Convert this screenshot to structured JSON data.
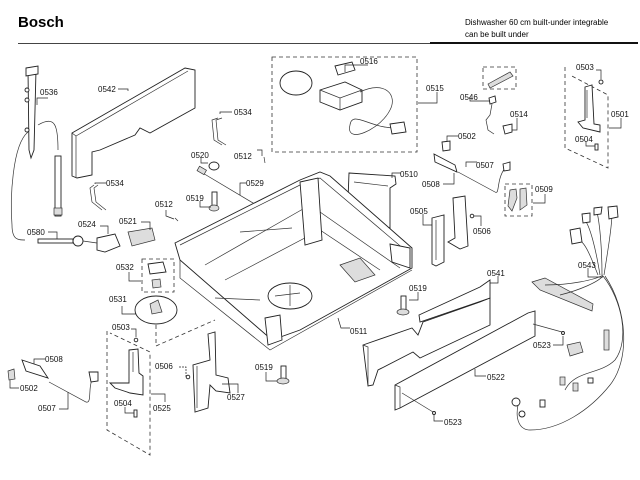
{
  "header": {
    "brand": "Bosch",
    "description_line1": "Dishwasher 60 cm built-under integrable",
    "description_line2": "can be built under"
  },
  "parts": [
    {
      "id": "p0536",
      "label": "0536",
      "name": "door-hinge-spring-rod"
    },
    {
      "id": "p0542",
      "label": "0542",
      "name": "side-panel-trim"
    },
    {
      "id": "p0534a",
      "label": "0534",
      "name": "cable-clip"
    },
    {
      "id": "p0534b",
      "label": "0534",
      "name": "cable-clip"
    },
    {
      "id": "p0516",
      "label": "0516",
      "name": "terminal-box"
    },
    {
      "id": "p0515",
      "label": "0515",
      "name": "power-cord-assembly"
    },
    {
      "id": "p0546",
      "label": "0546",
      "name": "wire-harness-connector"
    },
    {
      "id": "p0514",
      "label": "0514",
      "name": "plug-connector"
    },
    {
      "id": "p0503a",
      "label": "0503",
      "name": "screw"
    },
    {
      "id": "p0501",
      "label": "0501",
      "name": "hinge-assembly"
    },
    {
      "id": "p0504a",
      "label": "0504",
      "name": "hinge-pin"
    },
    {
      "id": "p0520",
      "label": "0520",
      "name": "nut"
    },
    {
      "id": "p0512a",
      "label": "0512",
      "name": "screw"
    },
    {
      "id": "p0529",
      "label": "0529",
      "name": "threaded-rod"
    },
    {
      "id": "p0519a",
      "label": "0519",
      "name": "leveling-foot"
    },
    {
      "id": "p0510",
      "label": "0510",
      "name": "bracket"
    },
    {
      "id": "p0502a",
      "label": "0502",
      "name": "cable-guide"
    },
    {
      "id": "p0507a",
      "label": "0507",
      "name": "door-cable"
    },
    {
      "id": "p0508a",
      "label": "0508",
      "name": "pulley-guide"
    },
    {
      "id": "p0509",
      "label": "0509",
      "name": "cable-pulley-set"
    },
    {
      "id": "p0505",
      "label": "0505",
      "name": "hinge-bracket"
    },
    {
      "id": "p0506a",
      "label": "0506",
      "name": "screw"
    },
    {
      "id": "p0512b",
      "label": "0512",
      "name": "screw"
    },
    {
      "id": "p0521",
      "label": "0521",
      "name": "spring"
    },
    {
      "id": "p0524",
      "label": "0524",
      "name": "spring-holder"
    },
    {
      "id": "p0580",
      "label": "0580",
      "name": "rod"
    },
    {
      "id": "p0532",
      "label": "0532",
      "name": "connector-set"
    },
    {
      "id": "p0531",
      "label": "0531",
      "name": "base-plate"
    },
    {
      "id": "p0511",
      "label": "0511",
      "name": "base-frame"
    },
    {
      "id": "p0519b",
      "label": "0519",
      "name": "leveling-foot"
    },
    {
      "id": "p0541",
      "label": "0541",
      "name": "kick-plate"
    },
    {
      "id": "p0543",
      "label": "0543",
      "name": "wiring-harness"
    },
    {
      "id": "p0523a",
      "label": "0523",
      "name": "screw"
    },
    {
      "id": "p0522",
      "label": "0522",
      "name": "kick-plate-strip"
    },
    {
      "id": "p0523b",
      "label": "0523",
      "name": "screw"
    },
    {
      "id": "p0503b",
      "label": "0503",
      "name": "screw"
    },
    {
      "id": "p0506b",
      "label": "0506",
      "name": "screw"
    },
    {
      "id": "p0525",
      "label": "0525",
      "name": "hinge-assembly"
    },
    {
      "id": "p0527",
      "label": "0527",
      "name": "hinge-bracket"
    },
    {
      "id": "p0504b",
      "label": "0504",
      "name": "hinge-pin"
    },
    {
      "id": "p0519c",
      "label": "0519",
      "name": "leveling-foot"
    },
    {
      "id": "p0508b",
      "label": "0508",
      "name": "pulley-guide"
    },
    {
      "id": "p0502b",
      "label": "0502",
      "name": "cable-guide"
    },
    {
      "id": "p0507b",
      "label": "0507",
      "name": "door-cable"
    }
  ]
}
